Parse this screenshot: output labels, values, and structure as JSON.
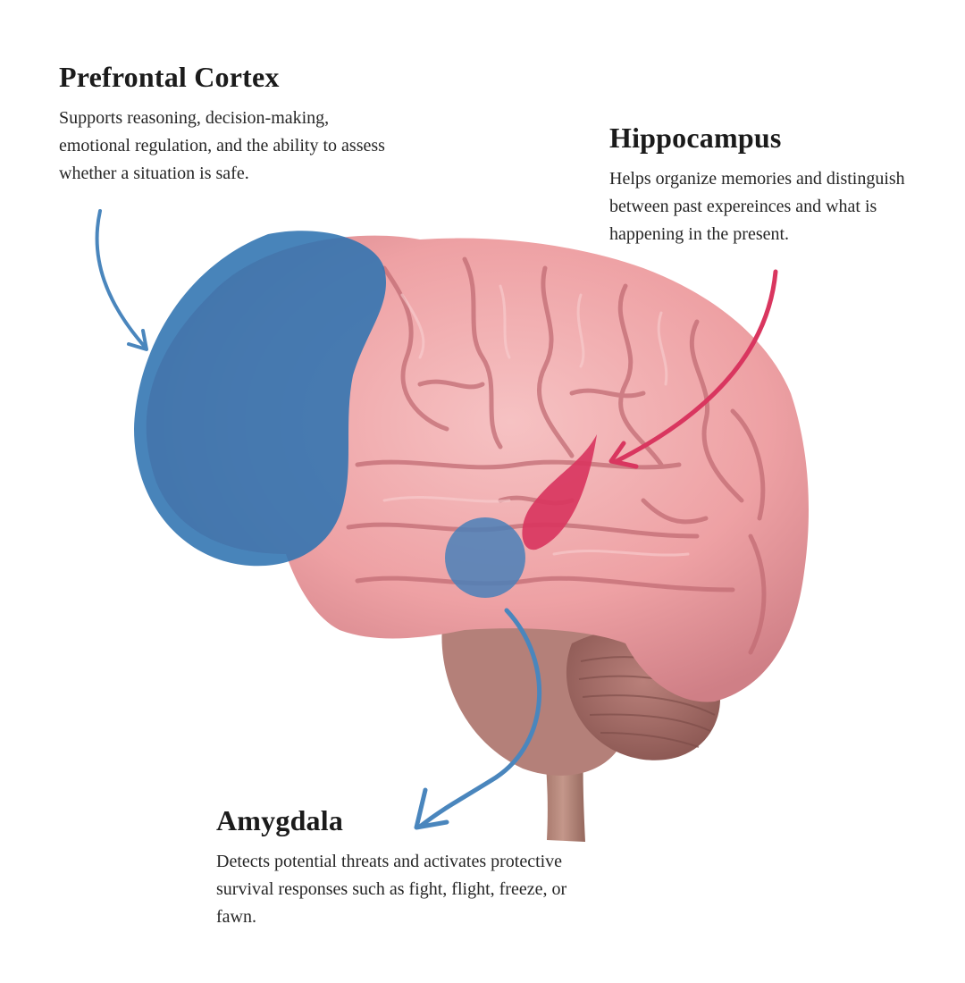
{
  "regions": {
    "prefrontal_cortex": {
      "title": "Prefrontal Cortex",
      "description": "Supports reasoning, decision-making, emotional regulation, and the ability to assess whether a situation is safe.",
      "color": "#2f73b0"
    },
    "hippocampus": {
      "title": "Hippocampus",
      "description": "Helps organize memories and distinguish between past expereinces and what is happening in the present.",
      "color": "#d9365f"
    },
    "amygdala": {
      "title": "Amygdala",
      "description": "Detects potential threats and activates protective survival responses such as fight, flight, freeze, or fawn.",
      "color": "#4a80b8"
    }
  },
  "brain_colors": {
    "cortex": "#eea1a4",
    "cortex_shadow": "#c9747b",
    "cerebellum": "#a56c64",
    "brainstem": "#b88576"
  }
}
